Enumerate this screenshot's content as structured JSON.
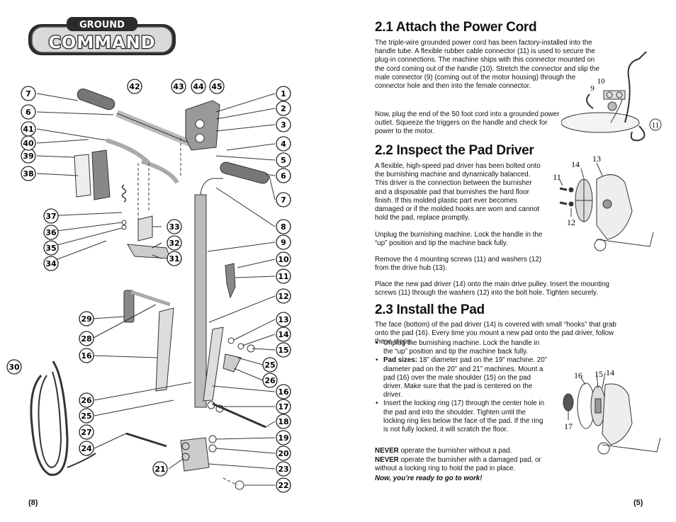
{
  "logo": {
    "top": "GROUND",
    "bottom": "COMMAND"
  },
  "left_page": {
    "page_number": "(8)",
    "callouts": [
      "1",
      "2",
      "3",
      "4",
      "5",
      "6",
      "7",
      "8",
      "9",
      "10",
      "11",
      "12",
      "13",
      "14",
      "15",
      "16",
      "17",
      "18",
      "19",
      "20",
      "21",
      "22",
      "23",
      "24",
      "25",
      "26",
      "27",
      "28",
      "29",
      "30",
      "31",
      "32",
      "33",
      "34",
      "35",
      "36",
      "37",
      "38",
      "39",
      "40",
      "41",
      "42",
      "43",
      "44",
      "45"
    ]
  },
  "right_page": {
    "page_number": "(5)",
    "sec1": {
      "title": "2.1 Attach the Power Cord",
      "p1": "The triple-wire grounded power cord has been factory-installed into the handle tube. A flexible rubber cable connector (11) is used to secure the plug-in connections. The machine ships with this connector mounted on the cord coming out of the handle (10). Stretch the connector and slip the male connector (9) (coming out of the motor housing) through the connector hole and then into the female connector.",
      "p2": "Now, plug the end of the 50 foot cord into a grounded power outlet. Squeeze the triggers on the handle and check for power to the motor.",
      "labels": [
        "9",
        "10",
        "11"
      ]
    },
    "sec2": {
      "title": "2.2 Inspect the Pad Driver",
      "p1": "A flexible, high-speed pad driver has been bolted onto the burnishing machine and dynamically balanced. This driver is the connection between the burnisher and a disposable pad that burnishes the hard floor finish. If this molded plastic part ever becomes damaged or if the molded hooks are worn and cannot hold the pad, replace promptly.",
      "p2": "Unplug the burnishing machine. Lock the handle in the “up” position and tip the machine back fully.",
      "p3": "Remove the 4 mounting screws (11) and washers (12) from the  drive hub (13).",
      "p4": "Place the new pad driver (14) onto the main drive pulley. Insert the mounting screws (11) through the washers (12)  into the bolt hole. Tighten securely.",
      "labels": [
        "11",
        "12",
        "13",
        "14"
      ]
    },
    "sec3": {
      "title": "2.3 Install the Pad",
      "p1": "The face (bottom) of the pad driver (14) is covered with small “hooks” that grab onto the pad (16). Every time you mount a new pad onto the pad driver, follow these steps:",
      "b1": "Unplug the burnishing machine. Lock the  handle in the “up” position and tip the machine back fully.",
      "b2_label": "Pad sizes:",
      "b2_text": " 18” diameter pad on the 19” machine. 20” diameter pad on the 20” and 21” machines. Mount a pad (16) over the male shoulder (15) on the pad driver. Make sure that the pad is centered on the driver.",
      "b3": "Insert the locking ring (17) through the center hole in the pad and into the shoulder. Tighten until the locking ring lies below the face of the pad. If the ring is not fully locked, it will scratch the floor.",
      "w1_bold": "NEVER",
      "w1_text": "  operate the burnisher without a pad.",
      "w2_bold": "NEVER",
      "w2_text": "  operate the burnisher with a damaged pad, or without a locking ring to hold the pad in place.",
      "closing": "Now, you’re ready to go to work!",
      "labels": [
        "14",
        "15",
        "16",
        "17"
      ]
    }
  }
}
